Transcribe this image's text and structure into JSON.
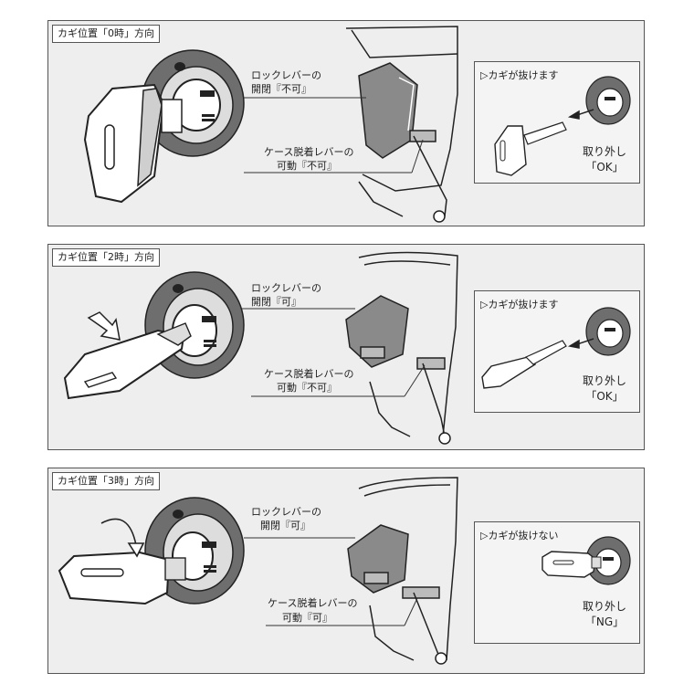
{
  "panels": [
    {
      "title": "カギ位置「0時」方向",
      "lock_label_1": "ロックレバーの",
      "lock_label_2": "開閉『不可』",
      "case_label_1": "ケース脱着レバーの",
      "case_label_2": "可動『不可』",
      "inset_heading": "▷カギが抜けます",
      "result_1": "取り外し",
      "result_2": "「OK」"
    },
    {
      "title": "カギ位置「2時」方向",
      "lock_label_1": "ロックレバーの",
      "lock_label_2": "開閉『可』",
      "case_label_1": "ケース脱着レバーの",
      "case_label_2": "可動『不可』",
      "inset_heading": "▷カギが抜けます",
      "result_1": "取り外し",
      "result_2": "「OK」"
    },
    {
      "title": "カギ位置「3時」方向",
      "lock_label_1": "ロックレバーの",
      "lock_label_2": "開閉『可』",
      "case_label_1": "ケース脱着レバーの",
      "case_label_2": "可動『可』",
      "inset_heading": "▷カギが抜けない",
      "result_1": "取り外し",
      "result_2": "「NG」"
    }
  ]
}
